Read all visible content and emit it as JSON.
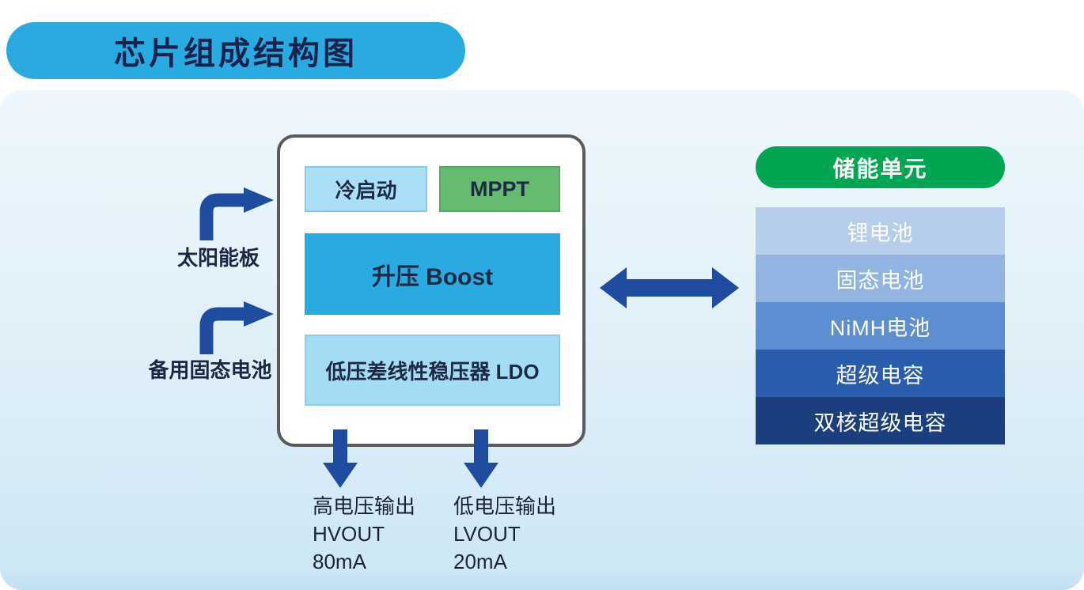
{
  "title": "芯片组成结构图",
  "chip": {
    "cold_start": "冷启动",
    "mppt": "MPPT",
    "boost": "升压 Boost",
    "ldo": "低压差线性稳压器 LDO"
  },
  "inputs": [
    {
      "label": "太阳能板"
    },
    {
      "label": "备用固态电池"
    }
  ],
  "storage": {
    "header": "储能单元",
    "items": [
      {
        "label": "锂电池",
        "color": "#b6cdeb"
      },
      {
        "label": "固态电池",
        "color": "#92b4e3"
      },
      {
        "label": "NiMH电池",
        "color": "#5d8ed2"
      },
      {
        "label": "超级电容",
        "color": "#2a5cae"
      },
      {
        "label": "双核超级电容",
        "color": "#1b3e7e"
      }
    ]
  },
  "outputs": [
    {
      "title": "高电压输出",
      "signal": "HVOUT",
      "current": "80mA"
    },
    {
      "title": "低电压输出",
      "signal": "LVOUT",
      "current": "20mA"
    }
  ],
  "colors": {
    "title_pill": "#29abe2",
    "storage_header_green": "#00a651",
    "arrow_navy": "#1f4ba0",
    "boost_fill": "#29abe2",
    "light_blue_fill": "#a9dcf5",
    "mppt_green": "#67bb70",
    "panel_background": "#ddeef8",
    "chip_border_gray": "#595a5c"
  }
}
